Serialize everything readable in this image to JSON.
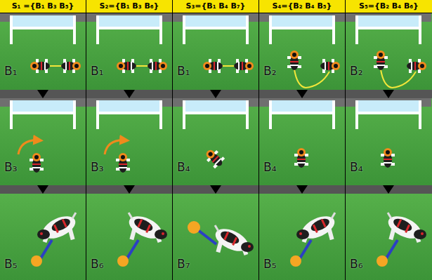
{
  "diagram": {
    "nodes": [
      {
        "text": [
          "S₁ ={B₁ B₃ B₅}"
        ]
      },
      {
        "text": [
          "B₁"
        ],
        "in": 0
      },
      {
        "text": [
          "B₃"
        ],
        "in": 0
      },
      {
        "text": [
          "B₅"
        ],
        "in": 0
      },
      {
        "text": [
          "S₂={B₁ B₃ B₆}"
        ]
      },
      {
        "text": [
          "B₁"
        ],
        "in": 4
      },
      {
        "text": [
          "B₃"
        ],
        "in": 4
      },
      {
        "text": [
          "B₆"
        ],
        "in": 4
      },
      {
        "text": [
          "S₃={B₁ B₄ B₇}"
        ]
      },
      {
        "text": [
          "B₁"
        ],
        "in": 8
      },
      {
        "text": [
          "B₄"
        ],
        "in": 8
      },
      {
        "text": [
          "B₇"
        ],
        "in": 8
      },
      {
        "text": [
          "S₄={B₂ B₄ B₅}"
        ]
      },
      {
        "text": [
          "B₂"
        ],
        "in": 12
      },
      {
        "text": [
          "B₄"
        ],
        "in": 12
      },
      {
        "text": [
          "B₅"
        ],
        "in": 12
      },
      {
        "text": [
          "S₅={B₂ B₄ B₆}"
        ]
      },
      {
        "text": [
          "B₂"
        ],
        "in": 16
      },
      {
        "text": [
          "B₄"
        ],
        "in": 16
      },
      {
        "text": [
          "B₆"
        ],
        "in": 16
      }
    ],
    "edges": [
      {
        "from": 1,
        "to": 2,
        "arrow": "to"
      },
      {
        "from": 2,
        "to": 3,
        "arrow": "to"
      },
      {
        "from": 5,
        "to": 6,
        "arrow": "to"
      },
      {
        "from": 6,
        "to": 7,
        "arrow": "to"
      },
      {
        "from": 9,
        "to": 10,
        "arrow": "to"
      },
      {
        "from": 10,
        "to": 11,
        "arrow": "to"
      },
      {
        "from": 13,
        "to": 14,
        "arrow": "to"
      },
      {
        "from": 14,
        "to": 15,
        "arrow": "to"
      },
      {
        "from": 17,
        "to": 18,
        "arrow": "to"
      },
      {
        "from": 18,
        "to": 19,
        "arrow": "to"
      }
    ]
  }
}
